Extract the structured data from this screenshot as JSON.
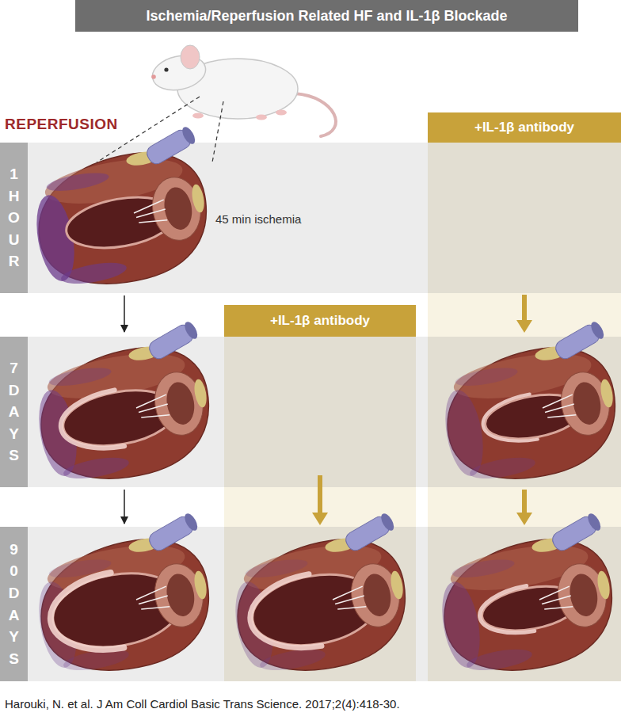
{
  "diagram": {
    "title": "Ischemia/Reperfusion Related HF and IL-1β Blockade",
    "caption": "Harouki, N. et al. J Am Coll Cardiol Basic Trans Science. 2017;2(4):418-30.",
    "nodes": [
      {
        "text": [
          "+IL-1β antibody"
        ]
      },
      {
        "text": [
          "1 HOUR"
        ]
      },
      {
        "text": [
          "+IL-1β antibody"
        ]
      },
      {
        "text": [
          "7 DAYS"
        ]
      },
      {
        "text": [
          "90 DAYS"
        ]
      }
    ],
    "labels": [
      "REPERFUSION",
      "45 min ischemia"
    ]
  }
}
